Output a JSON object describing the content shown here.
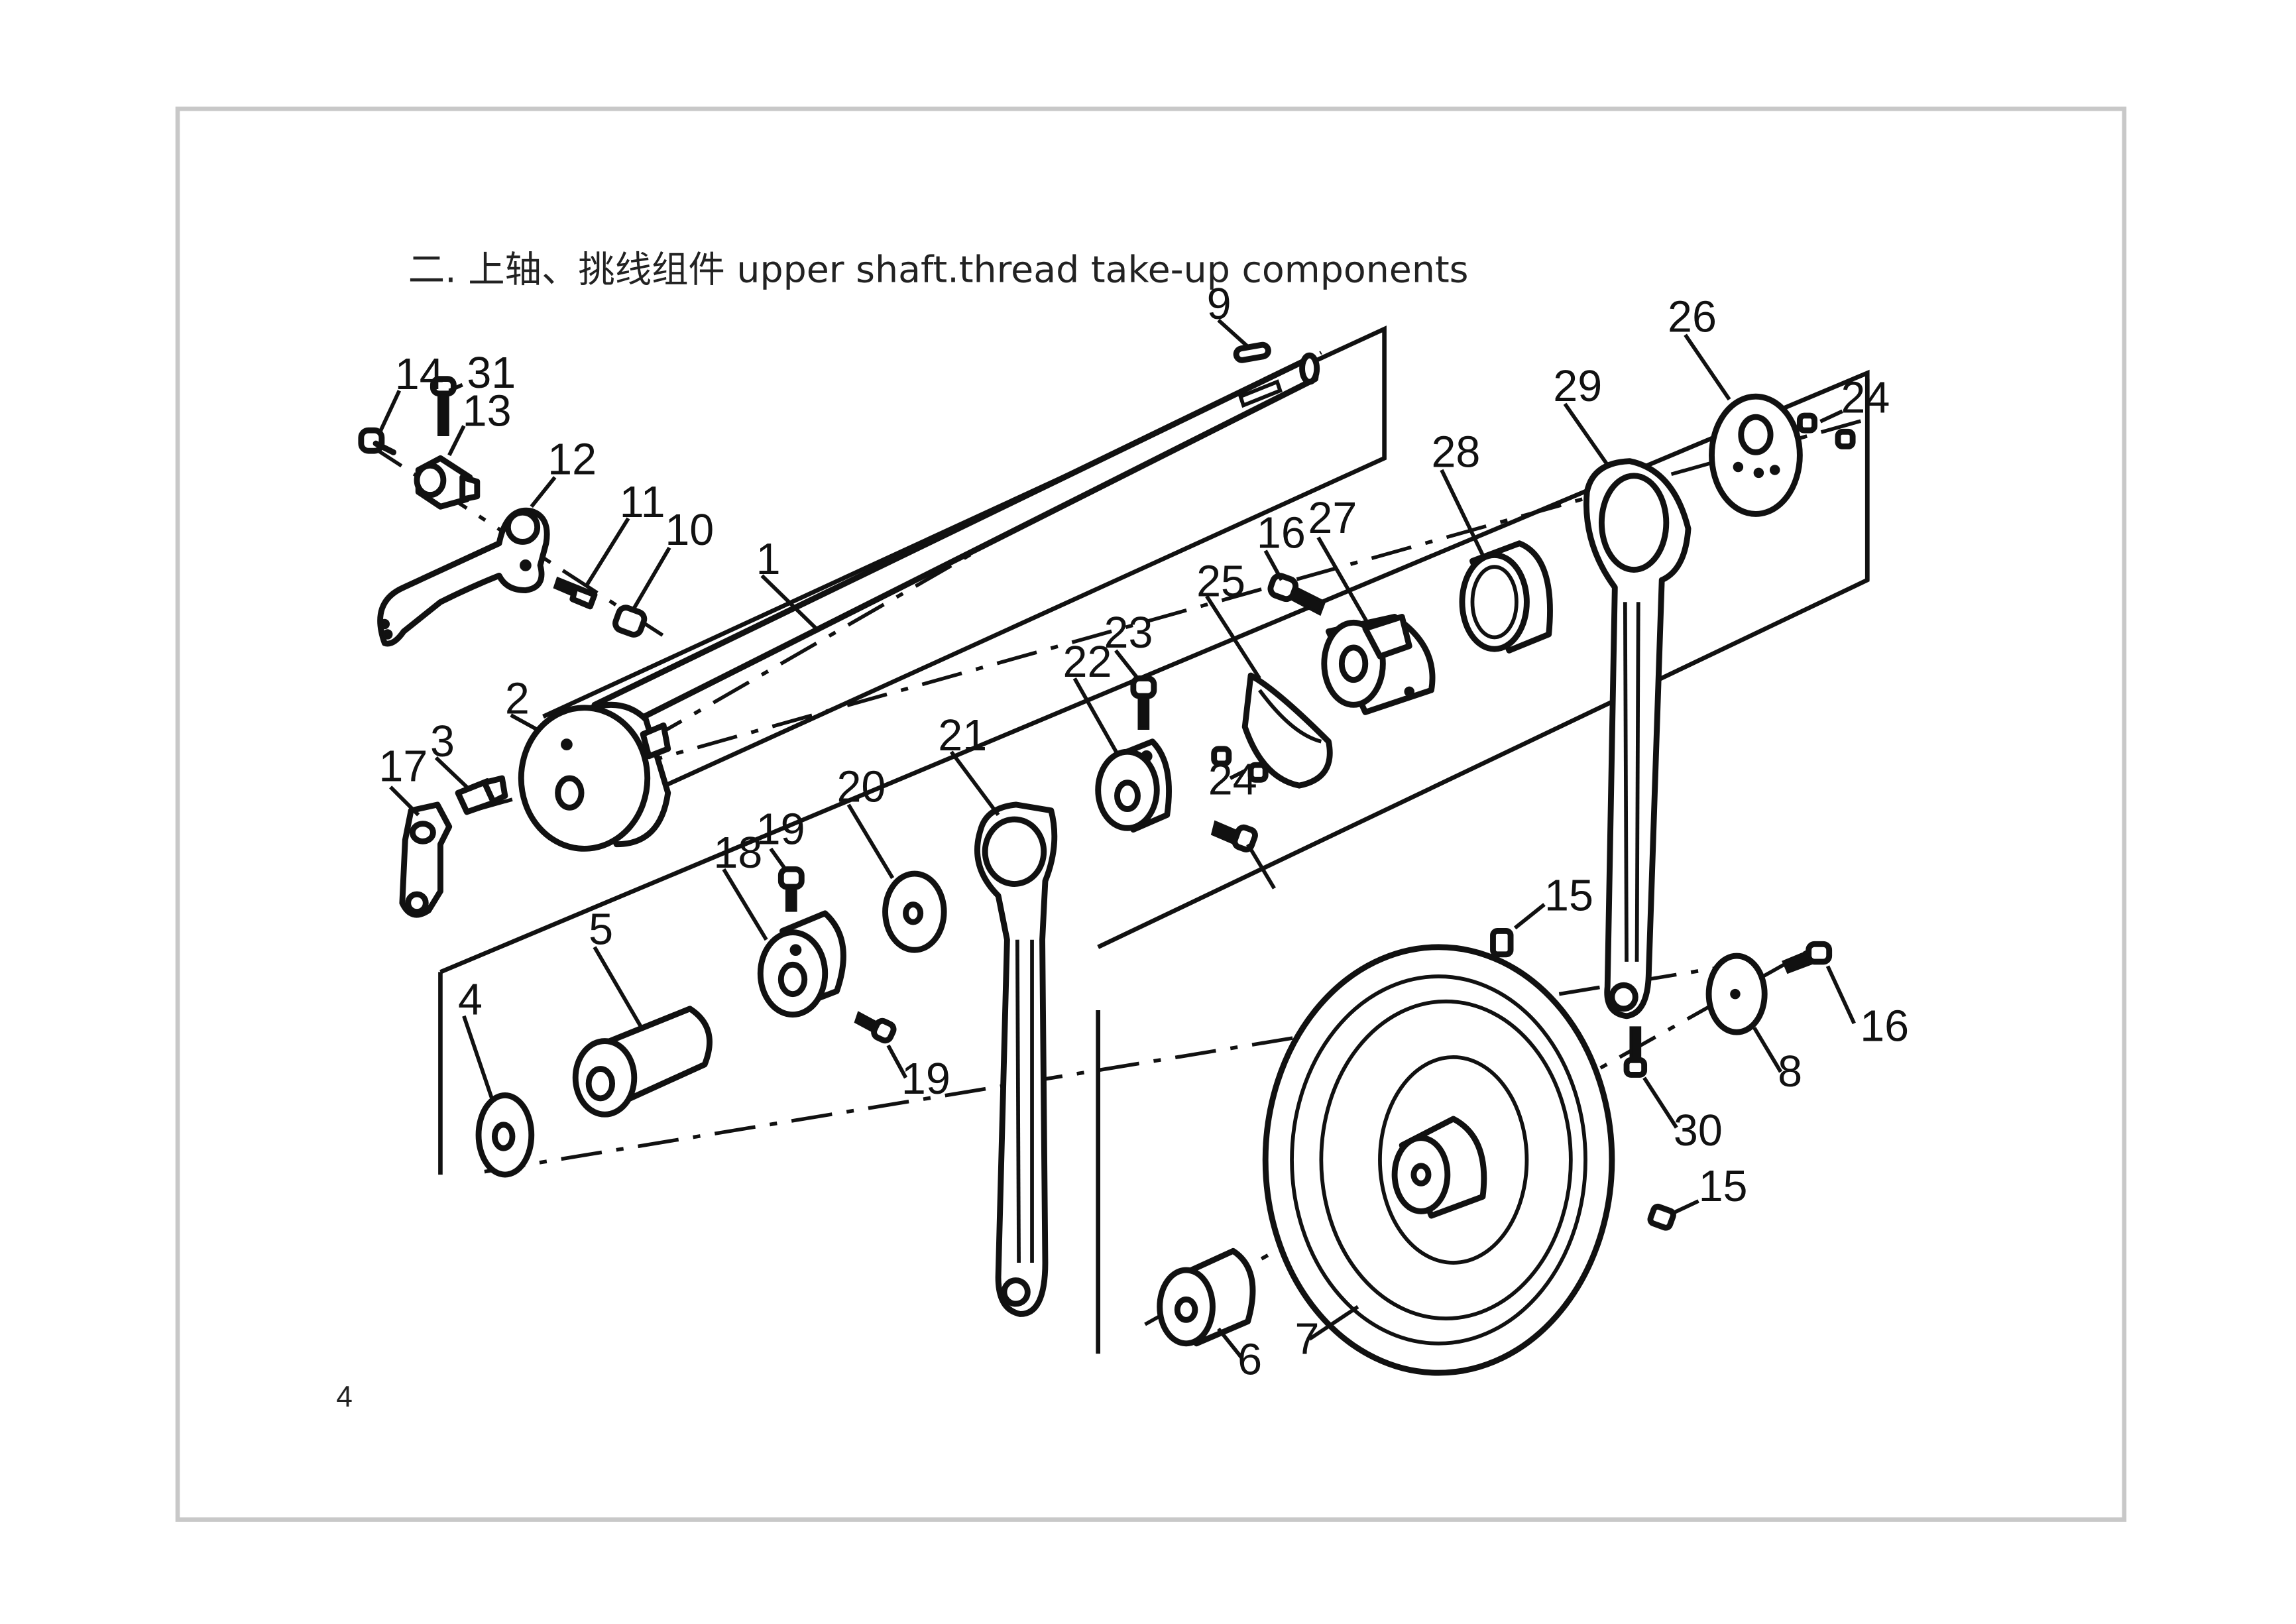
{
  "title": "二. 上轴、挑线组件  upper shaft.thread take-up components",
  "page_number": "4",
  "callouts": [
    {
      "id": "c1",
      "text": "1"
    },
    {
      "id": "c2",
      "text": "2"
    },
    {
      "id": "c3",
      "text": "3"
    },
    {
      "id": "c4",
      "text": "4"
    },
    {
      "id": "c5",
      "text": "5"
    },
    {
      "id": "c6",
      "text": "6"
    },
    {
      "id": "c7",
      "text": "7"
    },
    {
      "id": "c8",
      "text": "8"
    },
    {
      "id": "c9",
      "text": "9"
    },
    {
      "id": "c10",
      "text": "10"
    },
    {
      "id": "c11",
      "text": "11"
    },
    {
      "id": "c12",
      "text": "12"
    },
    {
      "id": "c13",
      "text": "13"
    },
    {
      "id": "c14",
      "text": "14"
    },
    {
      "id": "c15a",
      "text": "15"
    },
    {
      "id": "c15b",
      "text": "15"
    },
    {
      "id": "c16a",
      "text": "16"
    },
    {
      "id": "c16b",
      "text": "16"
    },
    {
      "id": "c17",
      "text": "17"
    },
    {
      "id": "c18",
      "text": "18"
    },
    {
      "id": "c19a",
      "text": "19"
    },
    {
      "id": "c19b",
      "text": "19"
    },
    {
      "id": "c20",
      "text": "20"
    },
    {
      "id": "c21",
      "text": "21"
    },
    {
      "id": "c22",
      "text": "22"
    },
    {
      "id": "c23",
      "text": "23"
    },
    {
      "id": "c24a",
      "text": "24"
    },
    {
      "id": "c24b",
      "text": "24"
    },
    {
      "id": "c25",
      "text": "25"
    },
    {
      "id": "c26",
      "text": "26"
    },
    {
      "id": "c27",
      "text": "27"
    },
    {
      "id": "c28",
      "text": "28"
    },
    {
      "id": "c29",
      "text": "29"
    },
    {
      "id": "c30",
      "text": "30"
    },
    {
      "id": "c31",
      "text": "31"
    }
  ]
}
